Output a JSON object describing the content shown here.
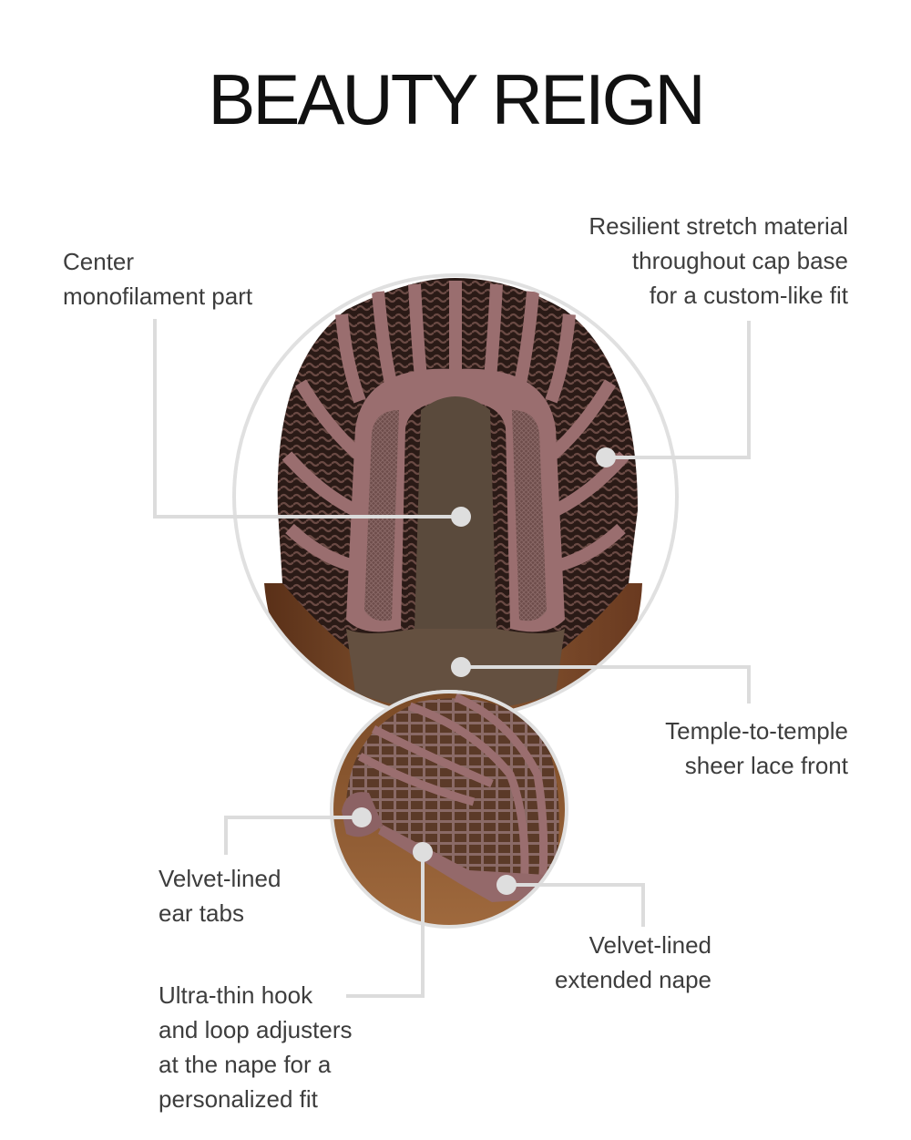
{
  "title": "BEAUTY REIGN",
  "colors": {
    "leader_line": "#dcdcdc",
    "circle_border": "#e0e0e0",
    "cap_band": "#9a6e6f",
    "cap_hair_dark": "#3b2620",
    "monofilament": "#5a4a3c",
    "hair_brown": "#7a4a2a",
    "text": "#3d3d3d"
  },
  "views": [
    {
      "name": "top-view",
      "description": "Cap interior, top view"
    },
    {
      "name": "nape-view",
      "description": "Cap interior, side/nape view"
    }
  ],
  "callouts": [
    {
      "id": "center-monofilament-part",
      "text": "Center\nmonofilament part"
    },
    {
      "id": "resilient-stretch-material",
      "text": "Resilient stretch material\nthroughout cap base\nfor a custom-like fit"
    },
    {
      "id": "temple-to-temple-lace-front",
      "text": "Temple-to-temple\nsheer lace front"
    },
    {
      "id": "velvet-lined-ear-tabs",
      "text": "Velvet-lined\near tabs"
    },
    {
      "id": "velvet-lined-extended-nape",
      "text": "Velvet-lined\nextended nape"
    },
    {
      "id": "hook-and-loop-adjusters",
      "text": "Ultra-thin hook\nand loop adjusters\nat the nape for a\npersonalized fit"
    }
  ]
}
